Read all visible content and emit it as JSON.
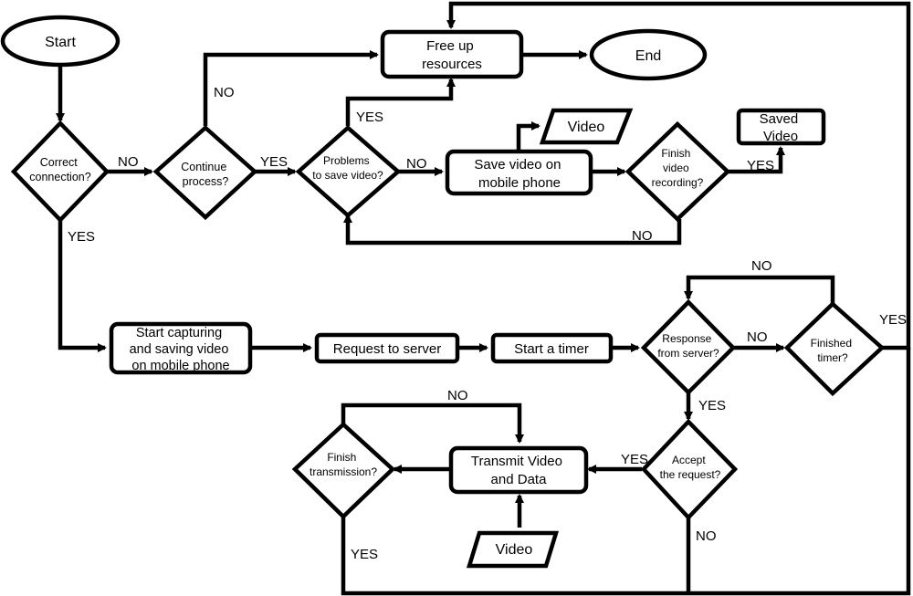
{
  "nodes": {
    "start": "Start",
    "free_up": [
      "Free up",
      "resources"
    ],
    "end": "End",
    "video_top": "Video",
    "saved_video": [
      "Saved",
      "Video"
    ],
    "correct_connection": [
      "Correct",
      "connection?"
    ],
    "continue_process": [
      "Continue",
      "process?"
    ],
    "problems_save": [
      "Problems",
      "to save video?"
    ],
    "save_video_phone": [
      "Save video on",
      "mobile phone"
    ],
    "finish_recording": [
      "Finish",
      "video",
      "recording?"
    ],
    "start_capturing": [
      "Start capturing",
      "and saving video",
      "on mobile phone"
    ],
    "request_server": "Request to server",
    "start_timer": "Start a timer",
    "response_server": [
      "Response",
      "from server?"
    ],
    "finished_timer": [
      "Finished",
      "timer?"
    ],
    "finish_transmission": [
      "Finish",
      "transmission?"
    ],
    "transmit_video": [
      "Transmit Video",
      "and Data"
    ],
    "accept_request": [
      "Accept",
      "the request?"
    ],
    "video_bottom": "Video"
  },
  "edge_labels": {
    "yes": "YES",
    "no": "NO"
  }
}
